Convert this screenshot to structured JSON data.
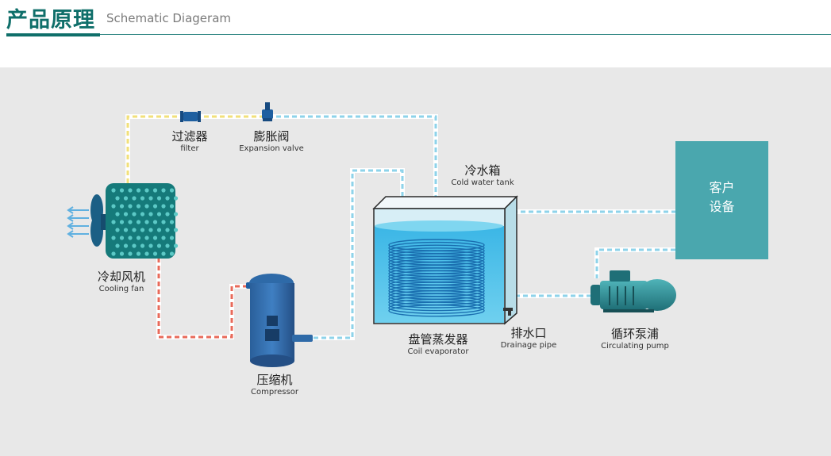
{
  "header": {
    "title_zh": "产品原理",
    "title_en": "Schematic Diageram",
    "accent": "#0f6f6a"
  },
  "components": {
    "filter": {
      "zh": "过滤器",
      "en": "filter"
    },
    "expansion_valve": {
      "zh": "膨胀阀",
      "en": "Expansion valve"
    },
    "cold_water_tank": {
      "zh": "冷水箱",
      "en": "Cold water tank"
    },
    "cooling_fan": {
      "zh": "冷却风机",
      "en": "Cooling fan"
    },
    "compressor": {
      "zh": "压缩机",
      "en": "Compressor"
    },
    "coil_evaporator": {
      "zh": "盘管蒸发器",
      "en": "Coil evaporator"
    },
    "drainage_pipe": {
      "zh": "排水口",
      "en": "Drainage pipe"
    },
    "circulating_pump": {
      "zh": "循环泵浦",
      "en": "Circulating pump"
    },
    "client_equipment": {
      "line1": "客户",
      "line2": "设备"
    }
  },
  "colors": {
    "background": "#e8e8e8",
    "client_box": "#4aa7ae",
    "water": "#5fcbe8",
    "condenser": "#157a7a",
    "pipe_cold": "#8ed3ea",
    "pipe_hot": "#e86a5a",
    "pipe_warm": "#f2e07a"
  }
}
